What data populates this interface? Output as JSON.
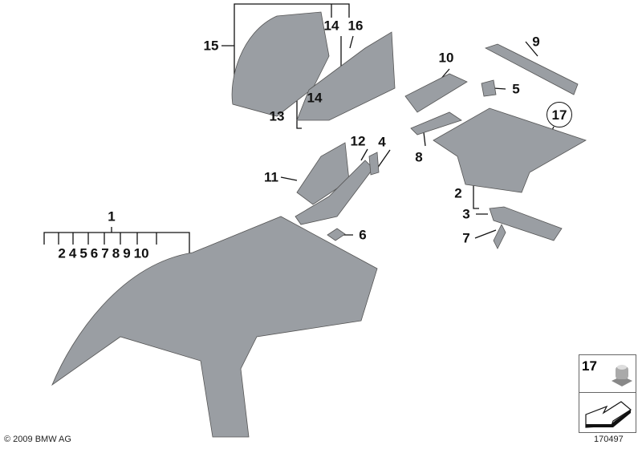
{
  "diagram": {
    "labels": {
      "l1": "1",
      "l2": "2",
      "l3": "3",
      "l4": "4",
      "l5": "5",
      "l6": "6",
      "l7": "7",
      "l8": "8",
      "l9": "9",
      "l10": "10",
      "l11": "11",
      "l12": "12",
      "l13": "13",
      "l14a": "14",
      "l14b": "14",
      "l15": "15",
      "l16": "16",
      "l17": "17"
    },
    "group_1_sublabels": [
      "2",
      "4",
      "5",
      "6",
      "7",
      "8",
      "9",
      "10"
    ],
    "legend_box": {
      "part_number": "17"
    },
    "copyright": "© 2009 BMW AG",
    "image_number": "170497",
    "part_color": "#9a9ea3"
  }
}
